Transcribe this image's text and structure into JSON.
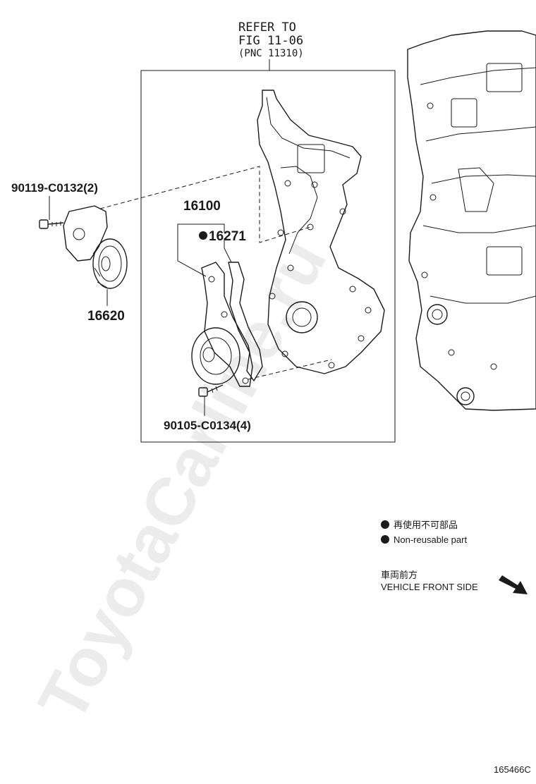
{
  "refer": {
    "line1": "REFER TO",
    "line2": "FIG 11-06",
    "line3": "(PNC 11310)"
  },
  "parts": {
    "bolt_top": "90119-C0132(2)",
    "tensioner": "16620",
    "water_pump": "16100",
    "gasket": "16271",
    "bolt_bottom": "90105-C0134(4)"
  },
  "legend": {
    "jp": "再使用不可部品",
    "en": "Non-reusable part"
  },
  "direction": {
    "jp": "車両前方",
    "en": "VEHICLE FRONT SIDE"
  },
  "watermark": "ToyotaCarline.ru",
  "figure_id": "165466C"
}
